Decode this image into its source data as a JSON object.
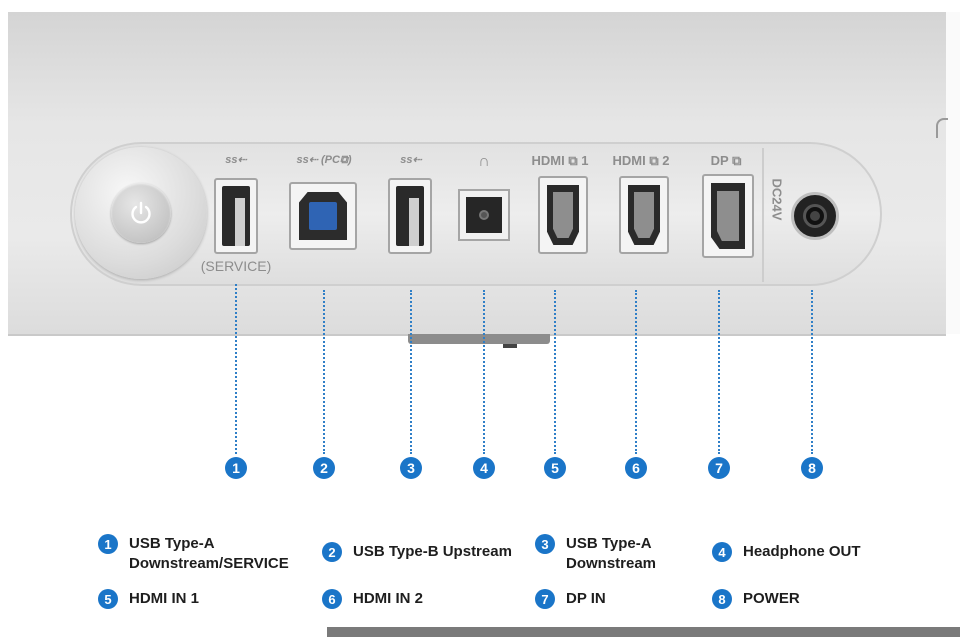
{
  "port_labels": {
    "p1": "ss⇠",
    "p2": "ss⇠ (PC⧉)",
    "p3": "ss⇠",
    "p4": "∩",
    "p5": "HDMI ⧉ 1",
    "p6": "HDMI ⧉ 2",
    "p7": "DP ⧉",
    "service": "(SERVICE)",
    "dc": "DC24V"
  },
  "badges": [
    "1",
    "2",
    "3",
    "4",
    "5",
    "6",
    "7",
    "8"
  ],
  "legend": [
    {
      "num": "1",
      "text": "USB Type-A\nDownstream/SERVICE"
    },
    {
      "num": "2",
      "text": "USB Type-B Upstream"
    },
    {
      "num": "3",
      "text": "USB Type-A\nDownstream"
    },
    {
      "num": "4",
      "text": "Headphone OUT"
    },
    {
      "num": "5",
      "text": "HDMI IN 1"
    },
    {
      "num": "6",
      "text": "HDMI IN 2"
    },
    {
      "num": "7",
      "text": "DP IN"
    },
    {
      "num": "8",
      "text": "POWER"
    }
  ],
  "colors": {
    "accent": "#1a75c8",
    "usb_b": "#2f64b4",
    "leader": "#2f7fc7"
  },
  "icons": {
    "power": "power-icon",
    "headphone": "headphone-icon"
  }
}
